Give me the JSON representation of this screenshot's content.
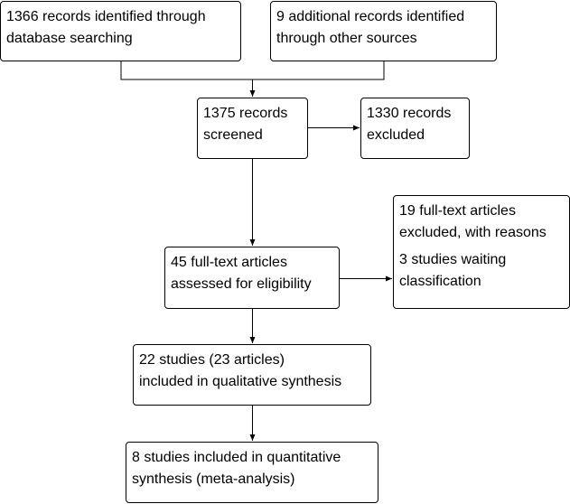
{
  "flow": {
    "identified_db": {
      "line1": "1366 records identified through",
      "line2": "database searching"
    },
    "identified_other": {
      "line1": "9 additional records identified",
      "line2": "through other sources"
    },
    "screened": {
      "line1": "1375 records",
      "line2": "screened"
    },
    "excluded": {
      "line1": "1330 records",
      "line2": "excluded"
    },
    "fulltext_assessed": {
      "line1": "45 full-text articles",
      "line2": "assessed for eligibility"
    },
    "fulltext_excluded": {
      "line1": "19 full-text articles",
      "line2": "excluded, with reasons",
      "line3": "3 studies waiting",
      "line4": "classification"
    },
    "qualitative": {
      "line1": "22 studies (23 articles)",
      "line2": "included in qualitative synthesis"
    },
    "quantitative": {
      "line1": "8 studies included in quantitative",
      "line2": "synthesis (meta-analysis)"
    }
  }
}
